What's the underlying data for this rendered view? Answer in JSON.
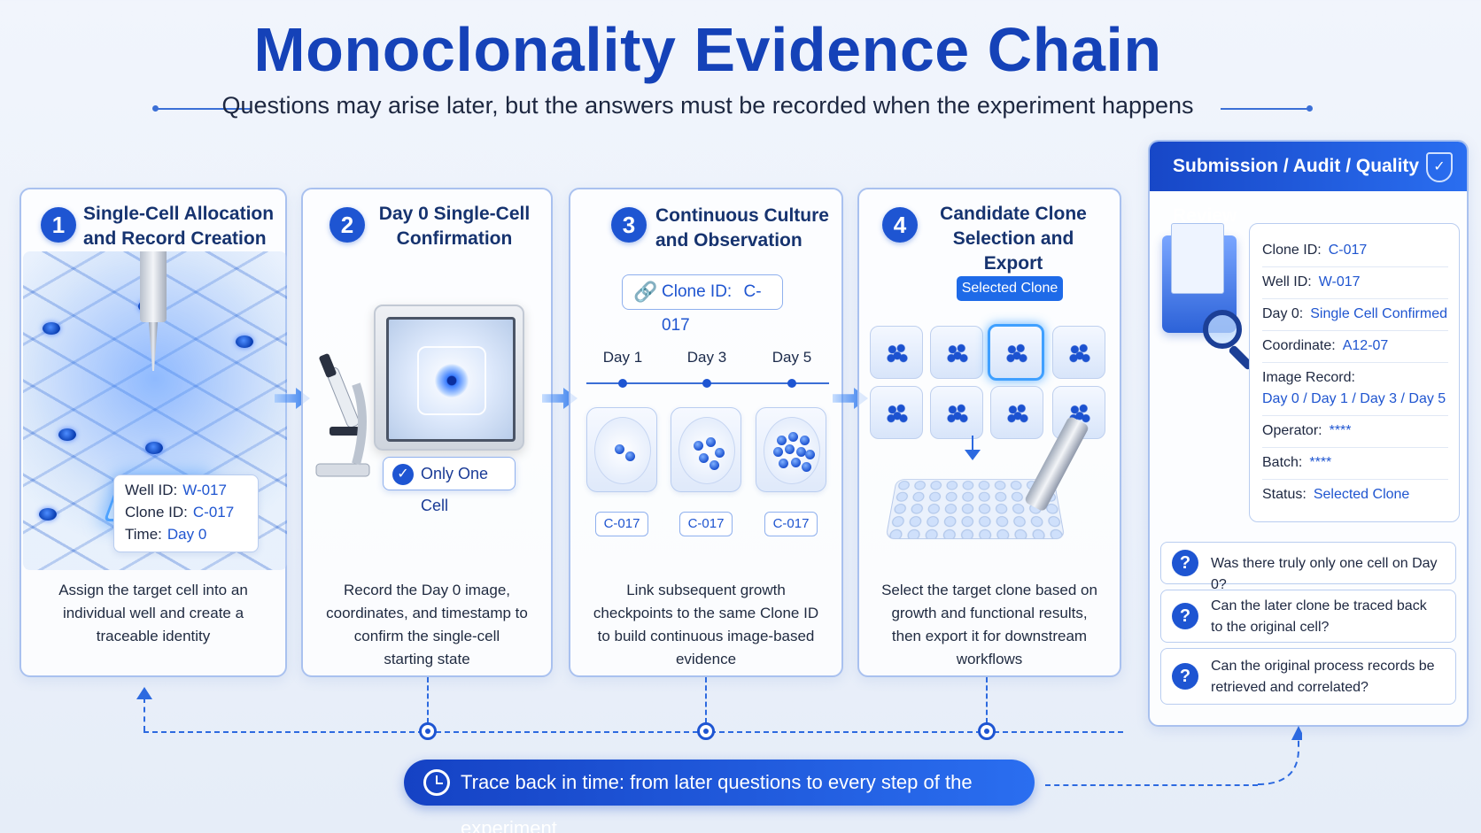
{
  "title": "Monoclonality Evidence Chain",
  "subtitle": "Questions may arise later, but the answers must be recorded when the experiment happens",
  "steps": [
    {
      "number": "1",
      "title": "Single-Cell Allocation\nand Record Creation",
      "info": {
        "well_label": "Well ID:",
        "well_value": "W-017",
        "clone_label": "Clone ID:",
        "clone_value": "C-017",
        "time_label": "Time:",
        "time_value": "Day 0"
      },
      "description": "Assign the target cell into an\nindividual well and create a\ntraceable identity"
    },
    {
      "number": "2",
      "title": "Day 0 Single-Cell\nConfirmation",
      "badge": "Only One Cell",
      "description": "Record the Day 0 image,\ncoordinates, and timestamp to\nconfirm the single-cell\nstarting state"
    },
    {
      "number": "3",
      "title": "Continuous Culture\nand Observation",
      "clone_label": "Clone ID:",
      "clone_value": "C-017",
      "days": [
        "Day 1",
        "Day 3",
        "Day 5"
      ],
      "tags": [
        "C-017",
        "C-017",
        "C-017"
      ],
      "description": "Link subsequent growth\ncheckpoints to the same Clone ID\nto build continuous image-based\nevidence"
    },
    {
      "number": "4",
      "title": "Candidate Clone\nSelection and Export",
      "selected_label": "Selected Clone",
      "description": "Select the target clone based on\ngrowth and functional results,\nthen export it for downstream\nworkflows"
    }
  ],
  "review": {
    "header": "Submission / Audit / Quality Review",
    "records": [
      {
        "label": "Clone ID:",
        "value": "C-017"
      },
      {
        "label": "Well ID:",
        "value": "W-017"
      },
      {
        "label": "Day 0:",
        "value": "Single Cell Confirmed"
      },
      {
        "label": "Coordinate:",
        "value": "A12-07"
      },
      {
        "label": "Image Record:",
        "value": "Day 0 / Day 1 / Day 3 / Day 5"
      },
      {
        "label": "Operator:",
        "value": "****"
      },
      {
        "label": "Batch:",
        "value": "****"
      },
      {
        "label": "Status:",
        "value": "Selected Clone"
      }
    ],
    "questions": [
      "Was there truly only one cell on Day 0?",
      "Can the later clone be traced back\nto the original cell?",
      "Can the original process records be\nretrieved and correlated?"
    ]
  },
  "trace_label": "Trace back in time: from later questions to every step of the experiment",
  "colors": {
    "accent": "#1e55d2",
    "title": "#1542b8",
    "panel_border": "#a9c1ef"
  }
}
